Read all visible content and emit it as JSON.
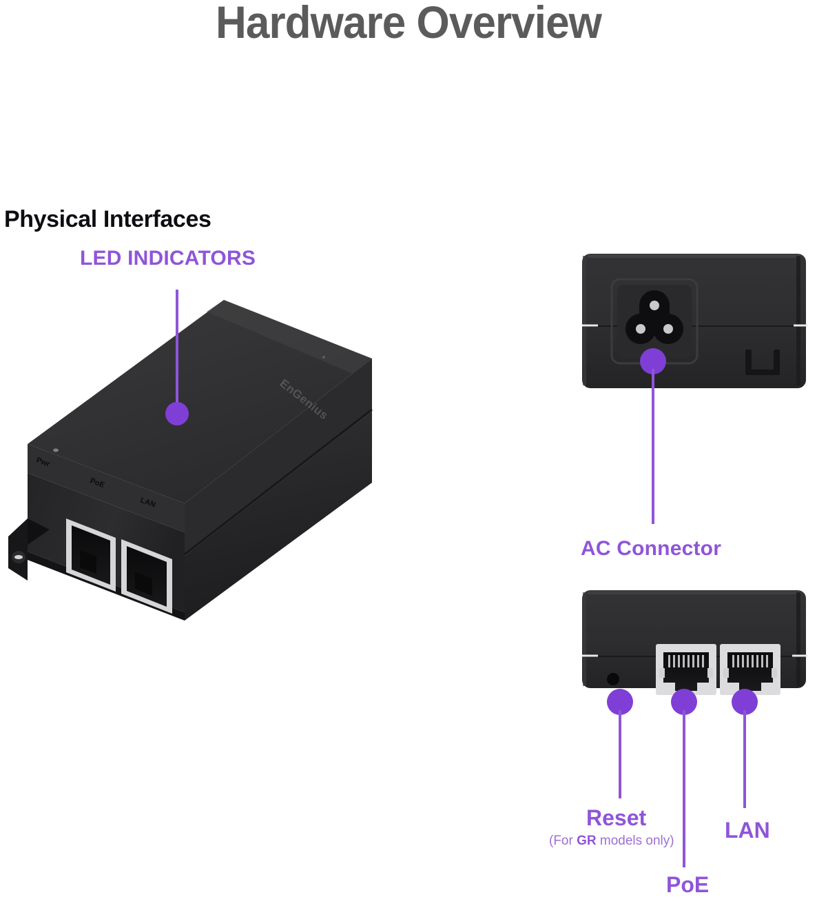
{
  "document": {
    "title": "Hardware Overview",
    "title_color": "#5b5b5b"
  },
  "section": {
    "heading": "Physical Interfaces"
  },
  "theme": {
    "accent_purple": "#8f55d8",
    "dot_purple": "#7f3fd6",
    "device_black": "#2b2b2d",
    "port_bezel": "#d8d8da"
  },
  "diagram": {
    "main_view": {
      "name": "poe-injector-isometric",
      "brand_text": "EnGenius",
      "face_labels": [
        "Pwr",
        "PoE",
        "LAN"
      ],
      "callouts": [
        {
          "id": "led",
          "label": "LED INDICATORS"
        }
      ]
    },
    "ac_view": {
      "name": "poe-injector-ac-side",
      "callouts": [
        {
          "id": "ac",
          "label": "AC Connector"
        }
      ]
    },
    "ports_view": {
      "name": "poe-injector-port-side",
      "callouts": [
        {
          "id": "reset",
          "label": "Reset",
          "note_prefix": "(For ",
          "note_bold": "GR",
          "note_suffix": " models only)"
        },
        {
          "id": "poe",
          "label": "PoE"
        },
        {
          "id": "lan",
          "label": "LAN"
        }
      ]
    }
  }
}
